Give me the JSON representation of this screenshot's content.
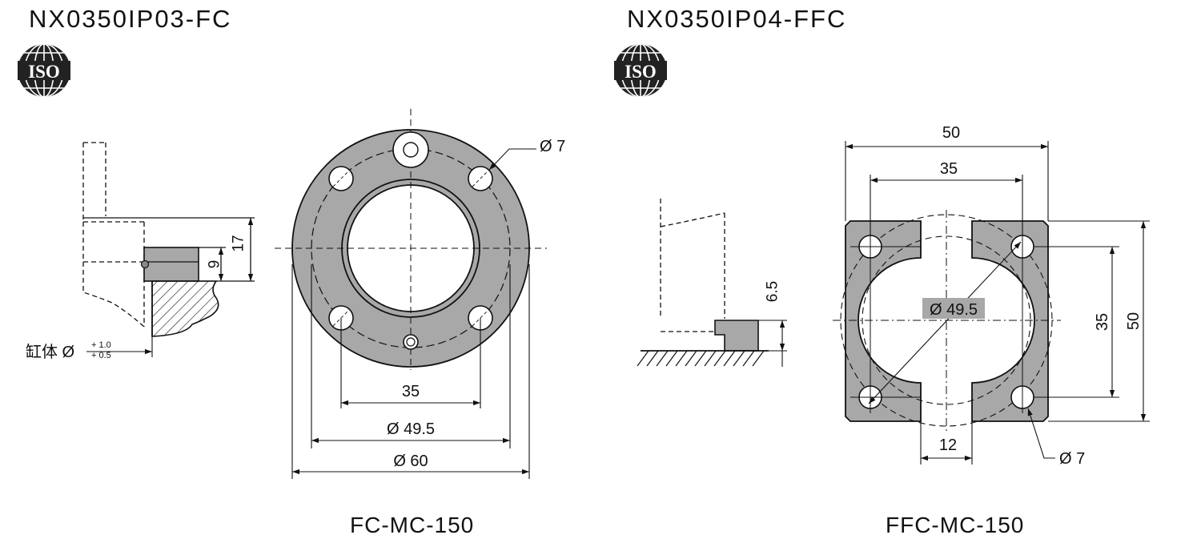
{
  "left": {
    "title": "NX0350IP03-FC",
    "caption": "FC-MC-150",
    "logo_text": "ISO",
    "dims": {
      "d7": "Ø 7",
      "h17": "17",
      "h9": "9",
      "w35": "35",
      "d495": "Ø 49.5",
      "d60": "Ø 60",
      "bore_label": "缸体 Ø",
      "tol_upper": "+ 1.0",
      "tol_lower": "+ 0.5"
    }
  },
  "right": {
    "title": "NX0350IP04-FFC",
    "caption": "FFC-MC-150",
    "logo_text": "ISO",
    "dims": {
      "w50": "50",
      "w35": "35",
      "h65": "6.5",
      "d495": "Ø 49.5",
      "v35": "35",
      "v50": "50",
      "w12": "12",
      "d7": "Ø 7"
    }
  },
  "colors": {
    "part_fill": "#a8a8a8",
    "line": "#111111",
    "background": "#ffffff"
  }
}
